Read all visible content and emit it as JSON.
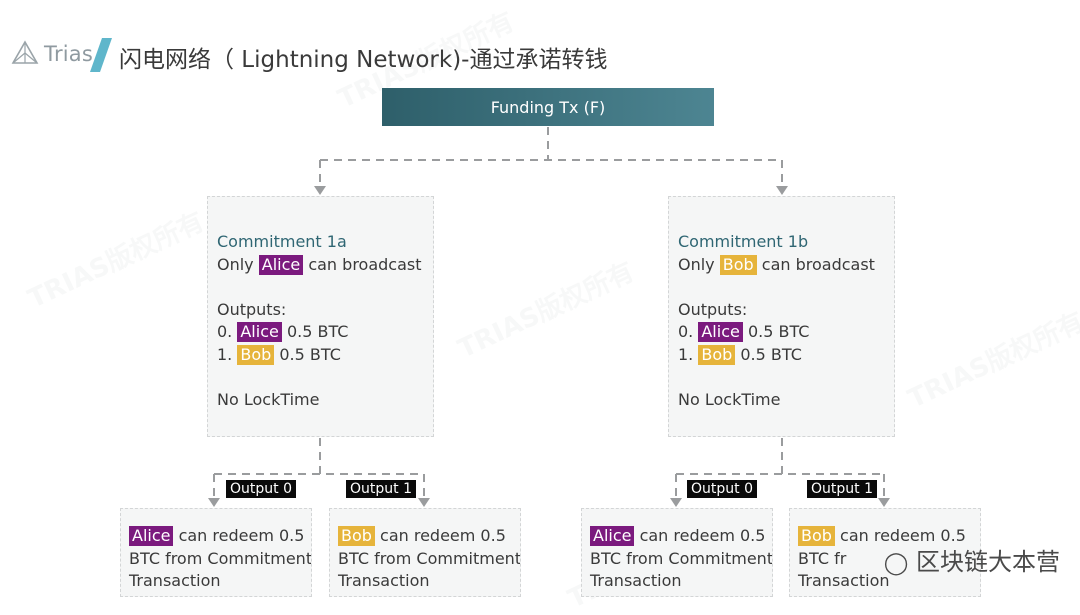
{
  "header": {
    "logo_text": "Trias",
    "title": "闪电网络（ Lightning Network)-通过承诺转钱"
  },
  "funding": {
    "label": "Funding Tx (F)"
  },
  "commitments": [
    {
      "title": "Commitment 1a",
      "only_prefix": "Only",
      "only_party": "Alice",
      "only_suffix": "can broadcast",
      "outputs_label": "Outputs:",
      "outputs": [
        {
          "index": "0.",
          "party": "Alice",
          "amount": "0.5 BTC"
        },
        {
          "index": "1.",
          "party": "Bob",
          "amount": "0.5 BTC"
        }
      ],
      "locktime": "No LockTime"
    },
    {
      "title": "Commitment 1b",
      "only_prefix": "Only",
      "only_party": "Bob",
      "only_suffix": "can broadcast",
      "outputs_label": "Outputs:",
      "outputs": [
        {
          "index": "0.",
          "party": "Alice",
          "amount": "0.5 BTC"
        },
        {
          "index": "1.",
          "party": "Bob",
          "amount": "0.5 BTC"
        }
      ],
      "locktime": "No LockTime"
    }
  ],
  "output_labels": [
    "Output 0",
    "Output 1",
    "Output 0",
    "Output 1"
  ],
  "redeems": [
    {
      "party": "Alice",
      "text1": "can redeem 0.5",
      "text2": "BTC from Commitment",
      "text3": "Transaction"
    },
    {
      "party": "Bob",
      "text1": "can redeem 0.5",
      "text2": "BTC from Commitment",
      "text3": "Transaction"
    },
    {
      "party": "Alice",
      "text1": "can redeem 0.5",
      "text2": "BTC from Commitment",
      "text3": "Transaction"
    },
    {
      "party": "Bob",
      "text1": "can redeem 0.5",
      "text2": "BTC fr",
      "text3": "Transaction"
    }
  ],
  "watermarks": {
    "text": "TRIAS版权所有",
    "overlay": "区块链大本营"
  },
  "colors": {
    "alice": "#7b1a7e",
    "bob": "#e6b43b",
    "funding_start": "#2e5f6a",
    "funding_end": "#4d8592",
    "commit_title": "#2f6673"
  }
}
